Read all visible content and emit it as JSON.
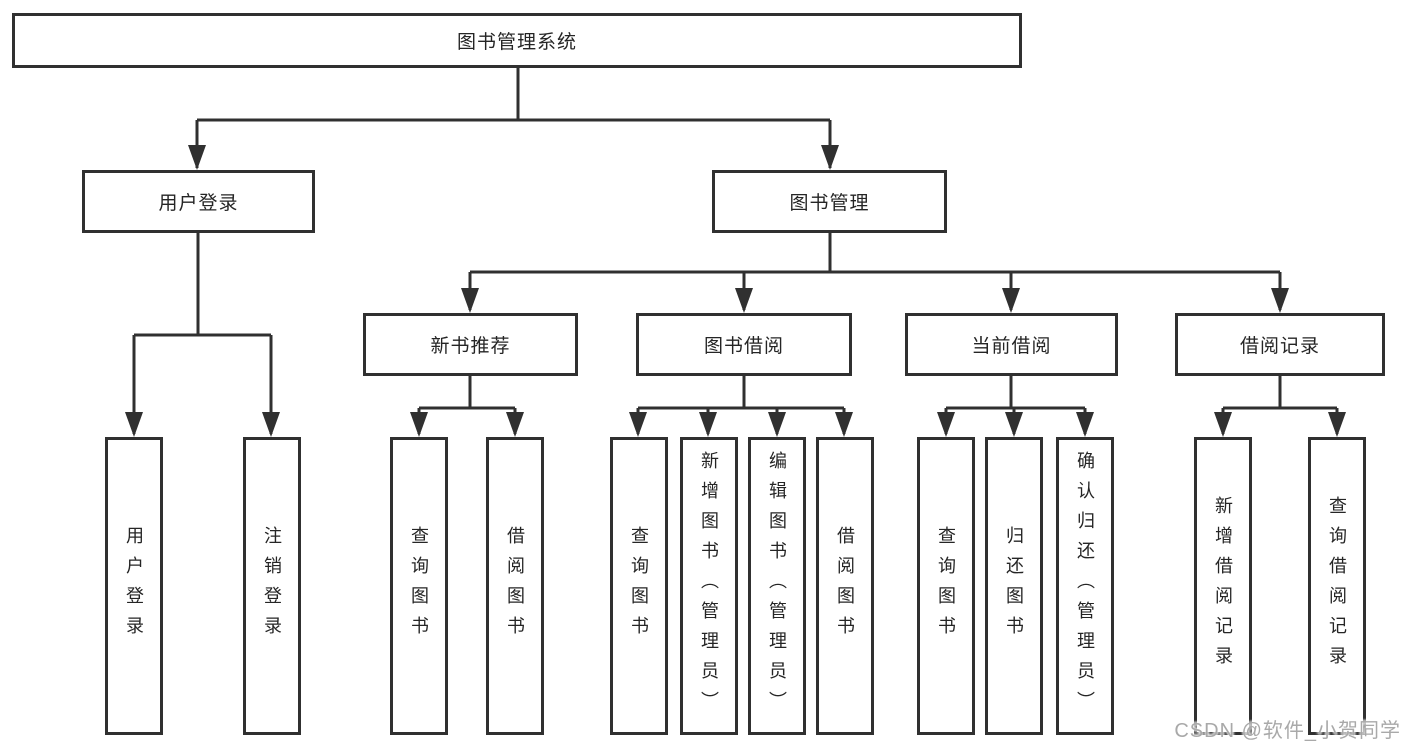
{
  "diagram": {
    "tree": {
      "label": "图书管理系统",
      "children": [
        {
          "label": "用户登录",
          "children": [
            {
              "label": "用户登录"
            },
            {
              "label": "注销登录"
            }
          ]
        },
        {
          "label": "图书管理",
          "children": [
            {
              "label": "新书推荐",
              "children": [
                {
                  "label": "查询图书"
                },
                {
                  "label": "借阅图书"
                }
              ]
            },
            {
              "label": "图书借阅",
              "children": [
                {
                  "label": "查询图书"
                },
                {
                  "label": "新增图书（管理员）"
                },
                {
                  "label": "编辑图书（管理员）"
                },
                {
                  "label": "借阅图书"
                }
              ]
            },
            {
              "label": "当前借阅",
              "children": [
                {
                  "label": "查询图书"
                },
                {
                  "label": "归还图书"
                },
                {
                  "label": "确认归还（管理员）"
                }
              ]
            },
            {
              "label": "借阅记录",
              "children": [
                {
                  "label": "新增借阅记录"
                },
                {
                  "label": "查询借阅记录"
                }
              ]
            }
          ]
        }
      ]
    },
    "watermark": "CSDN @软件_小贺同学",
    "colors": {
      "line": "#303030",
      "text": "#252525",
      "background": "#ffffff",
      "watermark": "#a9a9a9"
    }
  }
}
